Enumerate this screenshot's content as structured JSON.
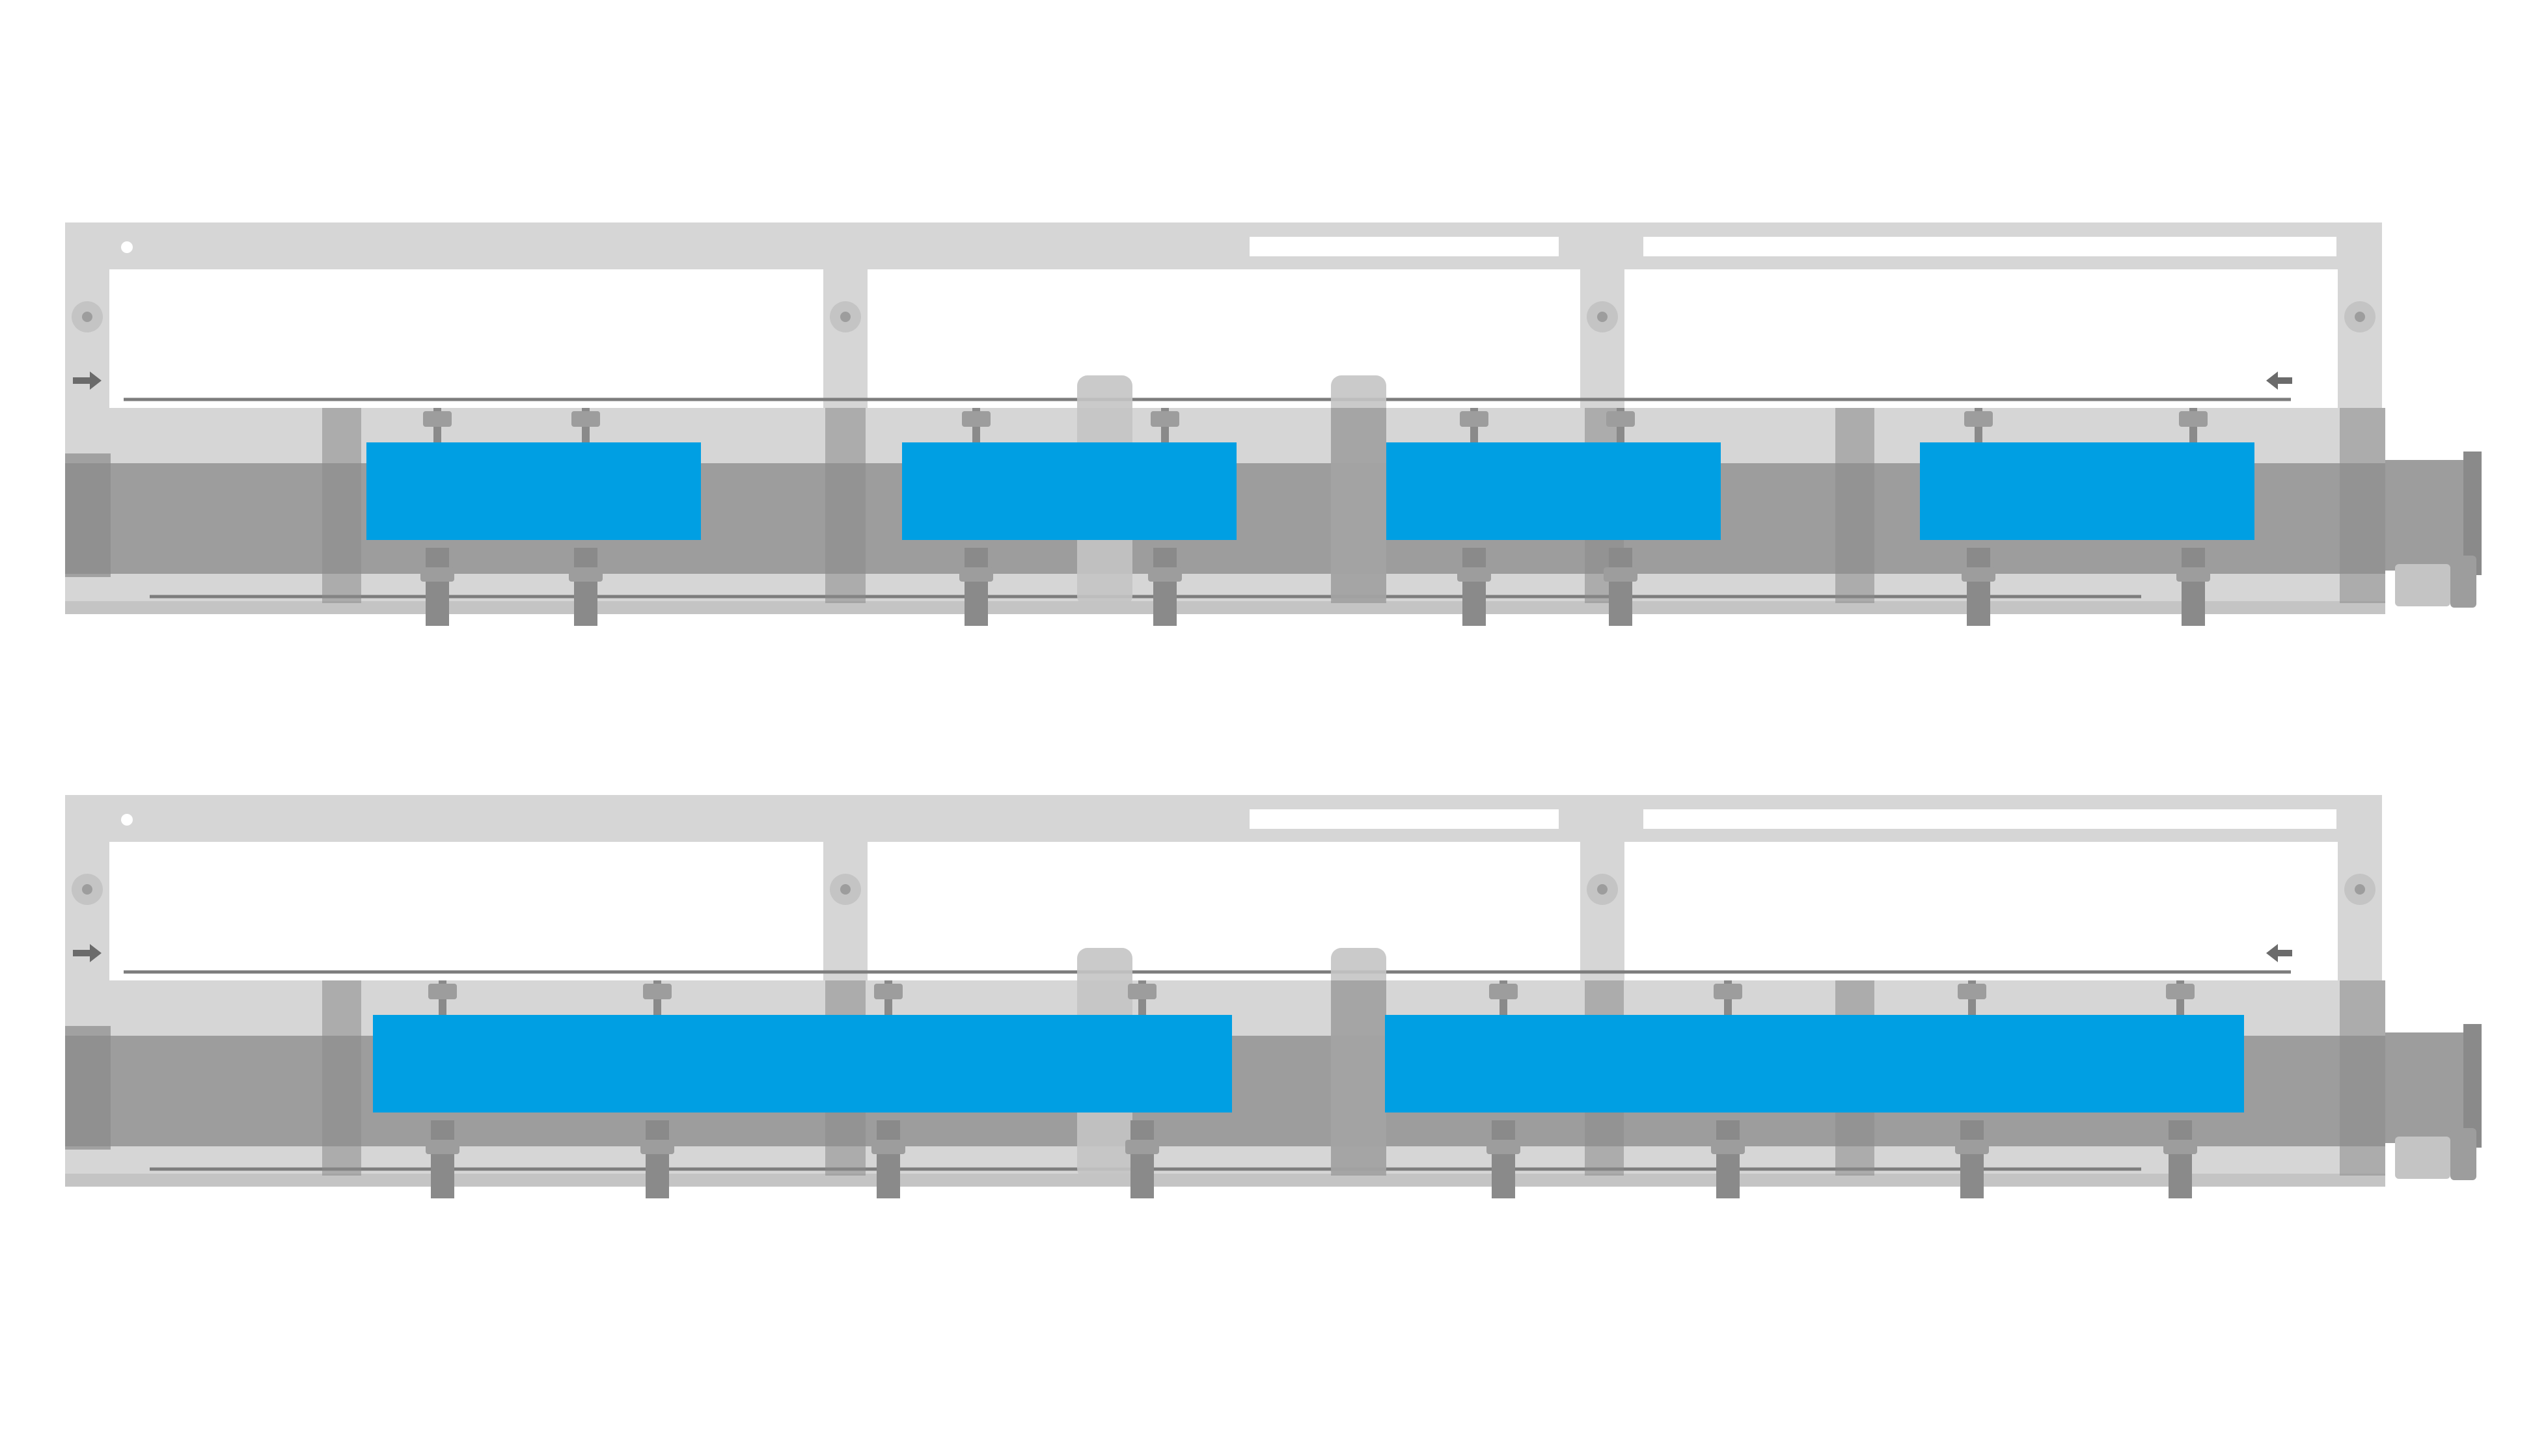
{
  "colors": {
    "background": "#ffffff",
    "frame_light": "#d6d6d6",
    "frame_mid": "#c4c4c4",
    "frame_dark": "#9d9d9d",
    "frame_darker": "#8a8a8a",
    "rail_line": "#7d7d7d",
    "accent_blue": "#009fe3"
  },
  "icons": [
    "arrow-right-icon",
    "arrow-left-icon",
    "roller-icon",
    "motor-icon"
  ],
  "layouts": [
    {
      "name": "four-workpiece-layout",
      "workpieces": 4,
      "clamp_pairs": 4
    },
    {
      "name": "two-workpiece-layout",
      "workpieces": 2,
      "clamp_pairs": 4
    }
  ]
}
